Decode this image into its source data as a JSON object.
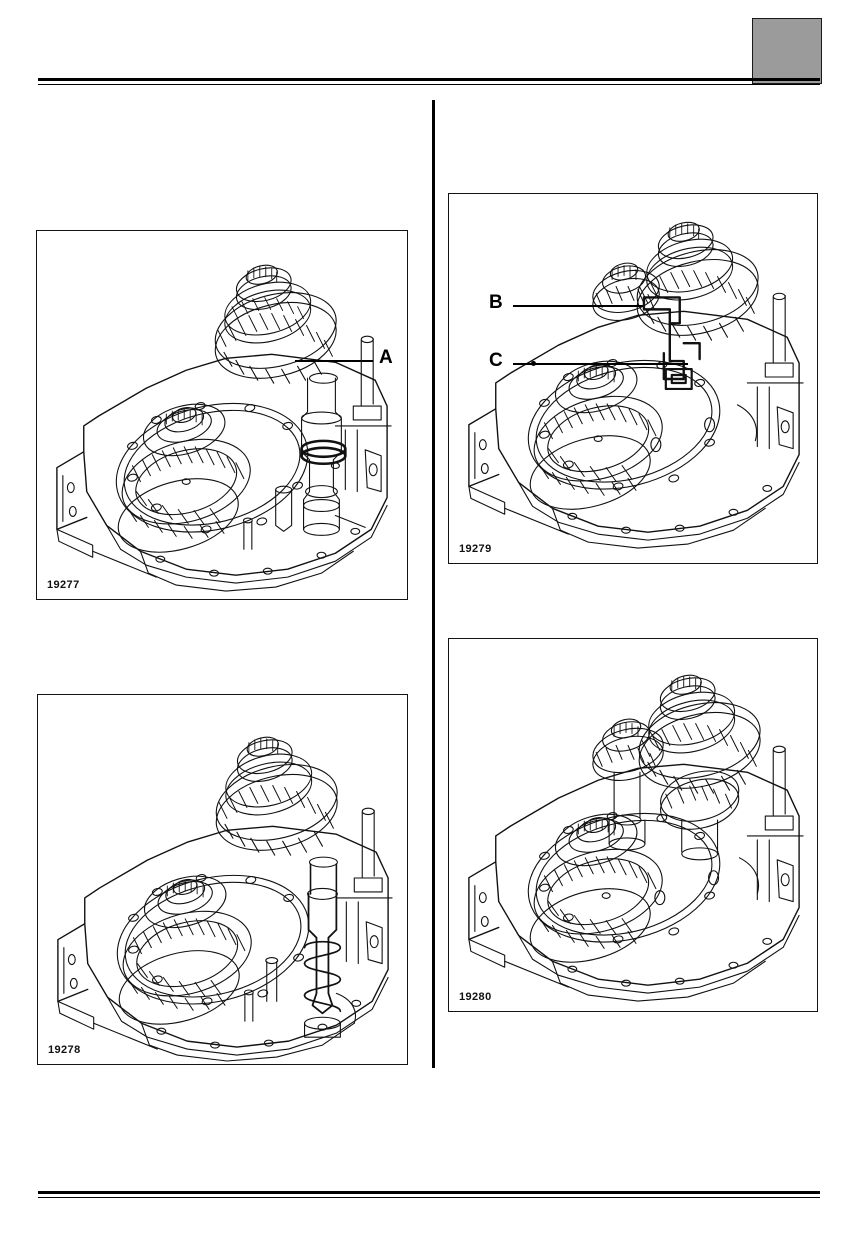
{
  "page": {
    "document_type": "service-manual-illustration-page",
    "header_tab": {
      "label": "",
      "color": "#9b9b9b"
    }
  },
  "figures": [
    {
      "id": "19277",
      "position": "top-left",
      "subject": "gearbox-assembly-cutaway",
      "callouts": [
        {
          "label": "A",
          "leader": "left",
          "target": "output-shaft-bearing"
        }
      ]
    },
    {
      "id": "19278",
      "position": "bottom-left",
      "subject": "gearbox-assembly-cutaway",
      "callouts": []
    },
    {
      "id": "19279",
      "position": "top-right",
      "subject": "gearbox-assembly-cutaway",
      "callouts": [
        {
          "label": "B",
          "leader": "right",
          "target": "selector-fork"
        },
        {
          "label": "C",
          "leader": "right",
          "target": "synchroniser-hub"
        }
      ]
    },
    {
      "id": "19280",
      "position": "bottom-right",
      "subject": "gearbox-assembly-cutaway",
      "callouts": []
    }
  ],
  "callouts": {
    "a": "A",
    "b": "B",
    "c": "C"
  },
  "colors": {
    "line": "#141414",
    "header_tab": "#9b9b9b",
    "background": "#ffffff"
  }
}
